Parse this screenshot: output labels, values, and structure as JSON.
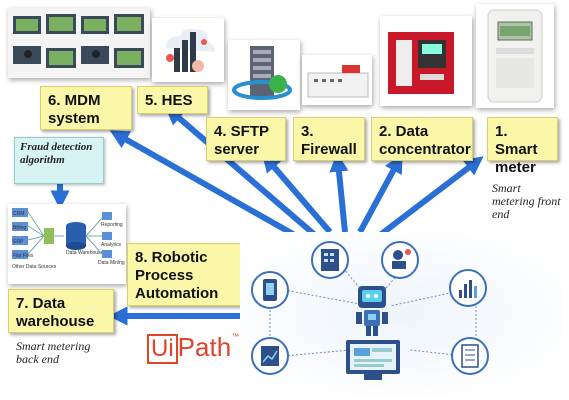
{
  "labels": {
    "mdm": "6. MDM system",
    "hes": "5. HES",
    "sftp": "4. SFTP server",
    "firewall": "3. Firewall",
    "concentrator": "2. Data concentrator",
    "smart_meter": "1. Smart meter",
    "rpa": "8. Robotic Process Automation",
    "warehouse": "7. Data warehouse",
    "fraud": "Fraud detection algorithm"
  },
  "notes": {
    "front_end": "Smart metering front end",
    "back_end": "Smart metering back end"
  },
  "brand": {
    "uipath_ui": "Ui",
    "uipath_path": "Path",
    "uipath_tm": "™",
    "color": "#e0452a"
  },
  "warehouse_diagram": {
    "sources": [
      "CRM",
      "Billing",
      "ERP",
      "Flat Files"
    ],
    "center": "Data Warehouse",
    "outputs": [
      "Reporting",
      "Analytics",
      "Data Mining"
    ],
    "footer": "Other Data Sources"
  },
  "colors": {
    "arrow": "#2a6fd6",
    "label_bg": "#fbf7a8",
    "fraud_bg": "#d7f3f3"
  }
}
